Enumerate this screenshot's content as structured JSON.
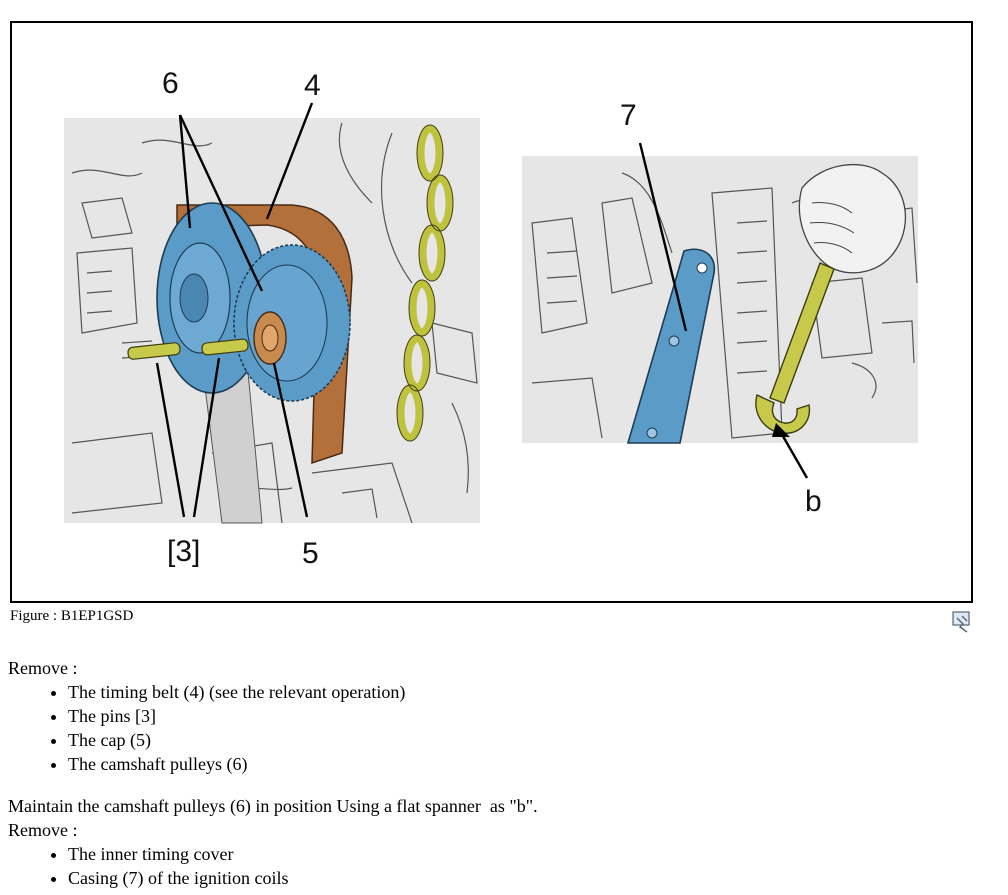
{
  "figure": {
    "caption": "Figure : B1EP1GSD",
    "callouts": {
      "camshaft_pulleys": "6",
      "timing_belt": "4",
      "pins": "[3]",
      "cap": "5",
      "casing": "7",
      "flat_spanner": "b"
    },
    "icons": {
      "action": "pin-icon"
    },
    "colors": {
      "pulley_blue": "#5b9bc8",
      "belt_brown": "#b4703a",
      "chain_yellow": "#bfc23c",
      "background_grey": "#e6e6e6"
    }
  },
  "instructions": {
    "step1": {
      "intro": "Remove :",
      "items": [
        "The timing belt (4) (see the relevant operation)",
        "The pins [3]",
        "The cap (5)",
        "The camshaft pulleys (6)"
      ]
    },
    "step2": {
      "note": "Maintain the camshaft pulleys (6) in position Using a flat spanner  as \"b\".",
      "intro": "Remove :",
      "items": [
        "The inner timing cover",
        "Casing (7) of the ignition coils"
      ]
    }
  }
}
